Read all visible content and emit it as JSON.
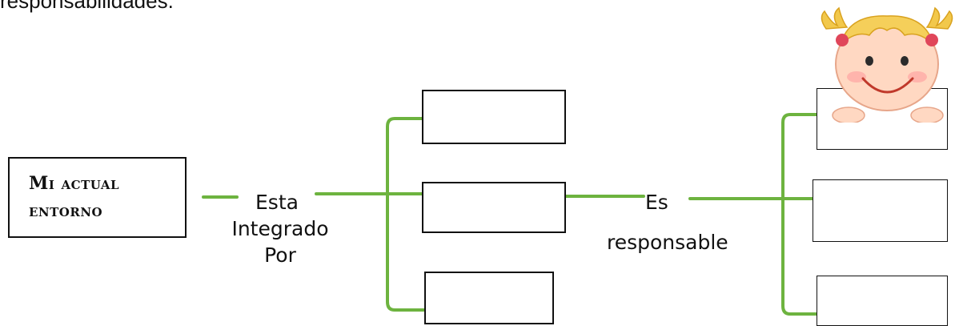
{
  "header": {
    "text": "responsabilidades."
  },
  "source": {
    "line1": "Mi actual",
    "line2": "entorno"
  },
  "connector1": {
    "line1": "Esta",
    "line2": "Integrado",
    "line3": "Por"
  },
  "connector2": {
    "line1": "Es",
    "line2": "responsable"
  },
  "colors": {
    "connector_line": "#6db33f",
    "box_border": "#111111"
  },
  "illustration": {
    "name": "cartoon-girl-face"
  }
}
